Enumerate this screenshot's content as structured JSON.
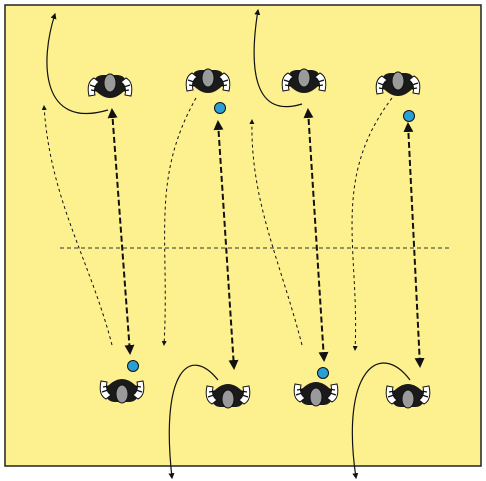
{
  "diagram": {
    "field_color": "#fdf08f",
    "border_color": "#222222",
    "ball_color": "#2a9fd6",
    "player_body_color": "#1a1a1a",
    "player_head_color": "#9a9a9a",
    "player_arm_stripe_color": "#ffffff",
    "top_row": [
      {
        "player": "player-top-1",
        "has_ball": false
      },
      {
        "player": "player-top-2",
        "has_ball": true
      },
      {
        "player": "player-top-3",
        "has_ball": false
      },
      {
        "player": "player-top-4",
        "has_ball": true
      }
    ],
    "bottom_row": [
      {
        "player": "player-bottom-1",
        "has_ball": true
      },
      {
        "player": "player-bottom-2",
        "has_ball": false
      },
      {
        "player": "player-bottom-3",
        "has_ball": true
      },
      {
        "player": "player-bottom-4",
        "has_ball": false
      }
    ],
    "halfway_line": "dashed"
  }
}
